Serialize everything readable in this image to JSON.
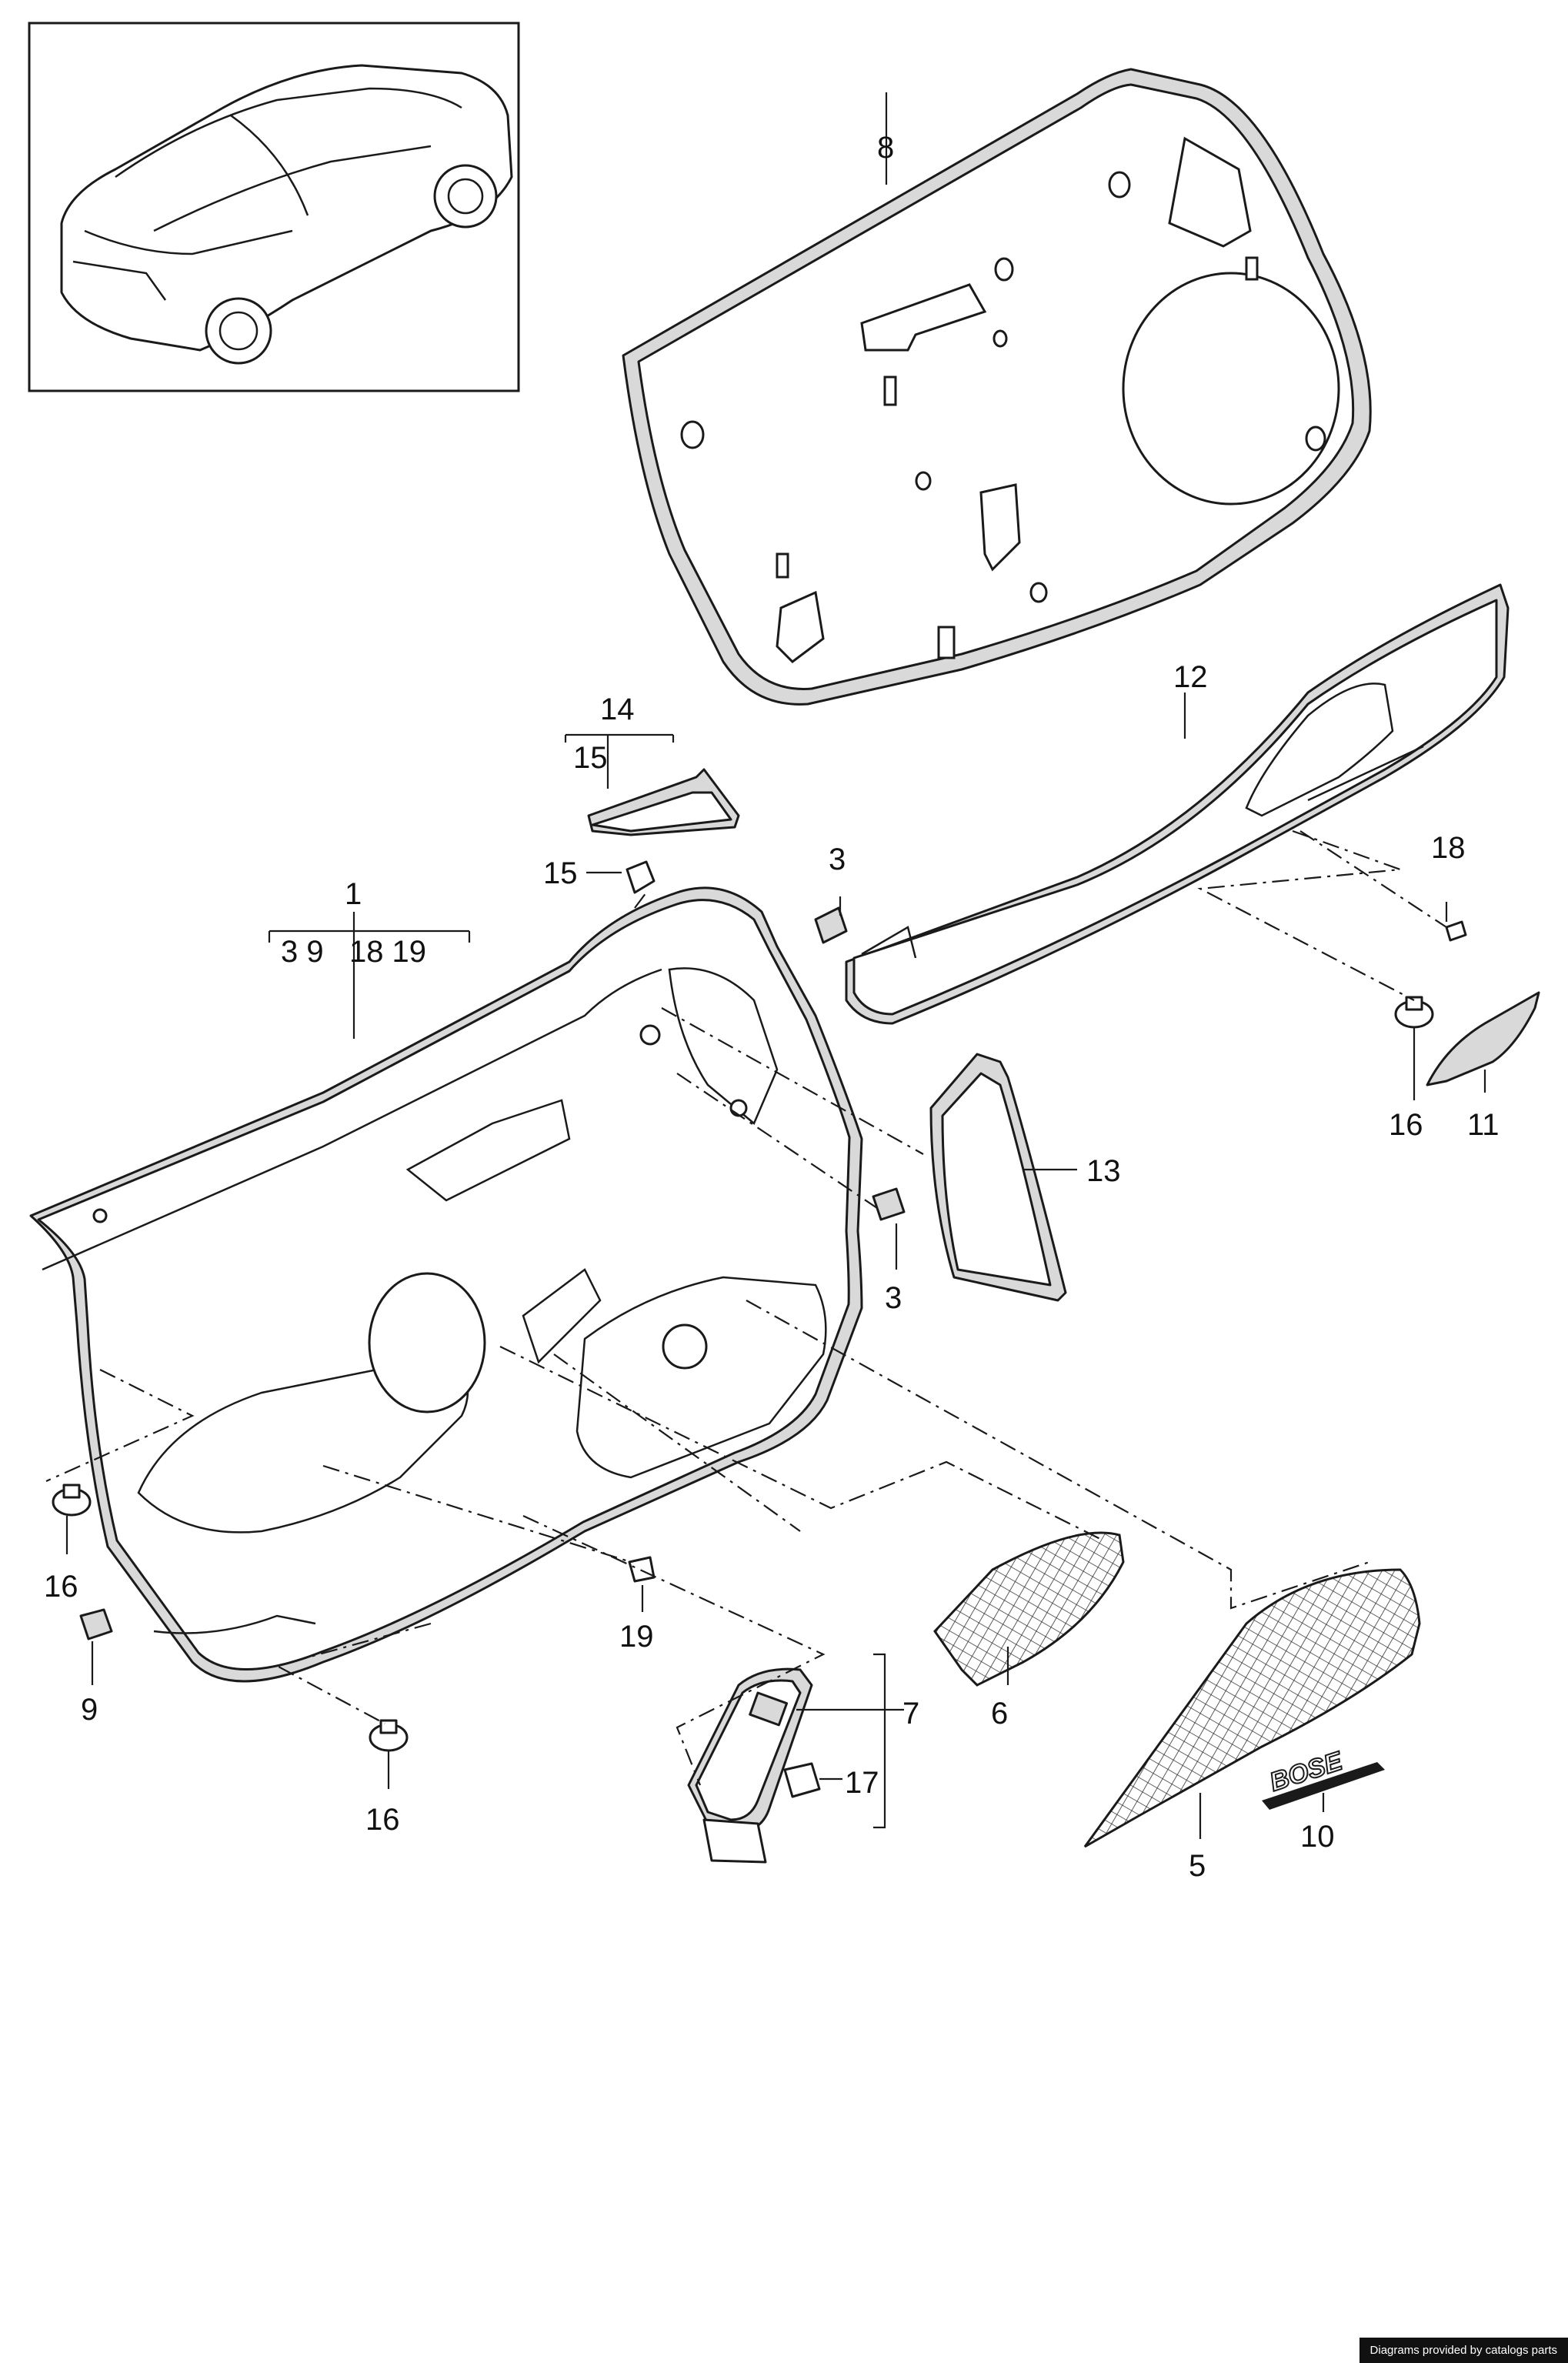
{
  "callouts": {
    "c1": "1",
    "c1_sub": "3 9   18 19",
    "c3a": "3",
    "c3b": "3",
    "c5": "5",
    "c6": "6",
    "c7": "7",
    "c8": "8",
    "c9": "9",
    "c10": "10",
    "c11": "11",
    "c12": "12",
    "c13": "13",
    "c14": "14",
    "c14_sub": "15",
    "c15": "15",
    "c16a": "16",
    "c16b": "16",
    "c16c": "16",
    "c17": "17",
    "c18": "18",
    "c19": "19"
  },
  "logo_text": "BOSE",
  "credit": "Diagrams provided by catalogs parts",
  "colors": {
    "line": "#1a1a1a",
    "fill": "#ffffff",
    "panel_shade": "#d9d9d9",
    "credit_bg": "#111111"
  }
}
